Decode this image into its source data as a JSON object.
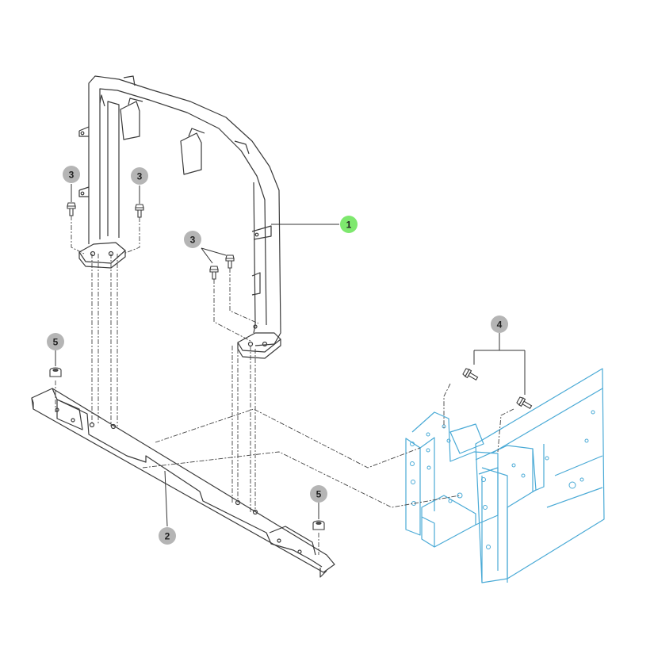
{
  "colors": {
    "background": "#ffffff",
    "part_line": "#3a3a3a",
    "frame_line": "#4aaad6",
    "callout_gray": "#b5b5b5",
    "callout_highlight": "#7ee86e",
    "leader": "#333333"
  },
  "callouts": {
    "c1": "1",
    "c2": "2",
    "c3a": "3",
    "c3b": "3",
    "c3c": "3",
    "c4": "4",
    "c5a": "5",
    "c5b": "5"
  },
  "parts": [
    {
      "id": "1",
      "icon": "frame-bracket",
      "highlighted": true
    },
    {
      "id": "2",
      "icon": "base-rail",
      "highlighted": false
    },
    {
      "id": "3",
      "icon": "bolt",
      "highlighted": false
    },
    {
      "id": "4",
      "icon": "bolt",
      "highlighted": false
    },
    {
      "id": "5",
      "icon": "nut",
      "highlighted": false
    }
  ]
}
